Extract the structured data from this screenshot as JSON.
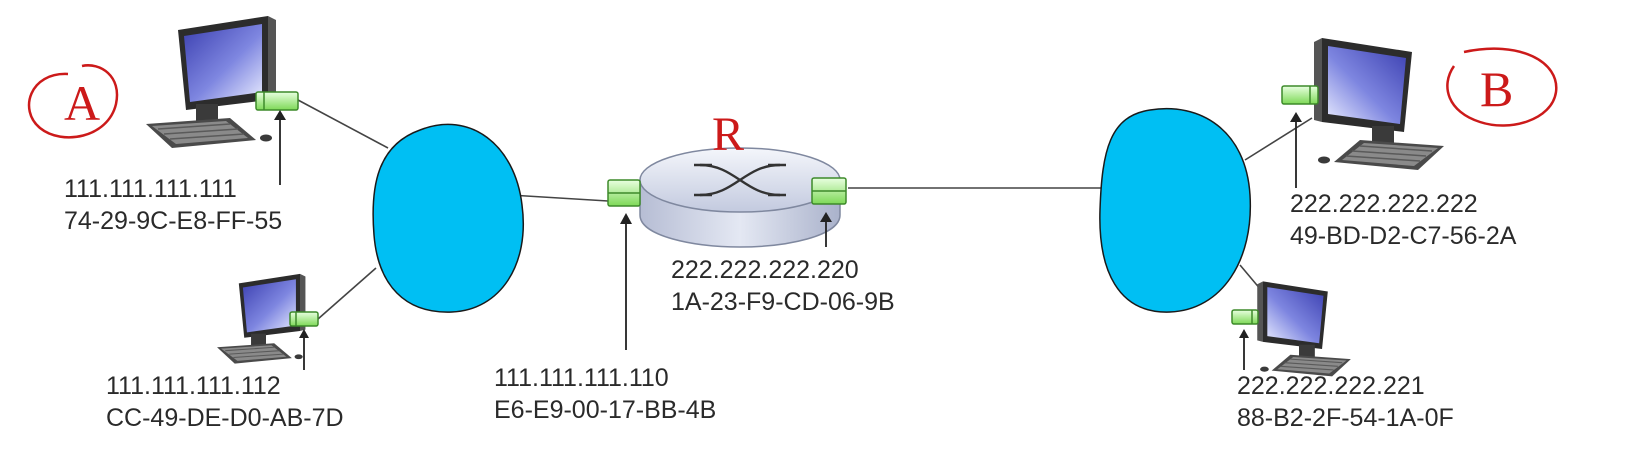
{
  "annotations": {
    "host_a": "A",
    "host_b": "B",
    "router": "R"
  },
  "hosts": [
    {
      "ip": "111.111.111.111",
      "mac": "74-29-9C-E8-FF-55"
    },
    {
      "ip": "111.111.111.112",
      "mac": "CC-49-DE-D0-AB-7D"
    },
    {
      "ip": "222.222.222.222",
      "mac": "49-BD-D2-C7-56-2A"
    },
    {
      "ip": "222.222.222.221",
      "mac": "88-B2-2F-54-1A-0F"
    }
  ],
  "router_interfaces": [
    {
      "ip": "111.111.111.110",
      "mac": "E6-E9-00-17-BB-4B"
    },
    {
      "ip": "222.222.222.220",
      "mac": "1A-23-F9-CD-06-9B"
    }
  ],
  "colors": {
    "network": "#00bff3",
    "adapter": "#7ed957",
    "router": "#c9d1e6",
    "handwriting": "#cc1a1a"
  }
}
